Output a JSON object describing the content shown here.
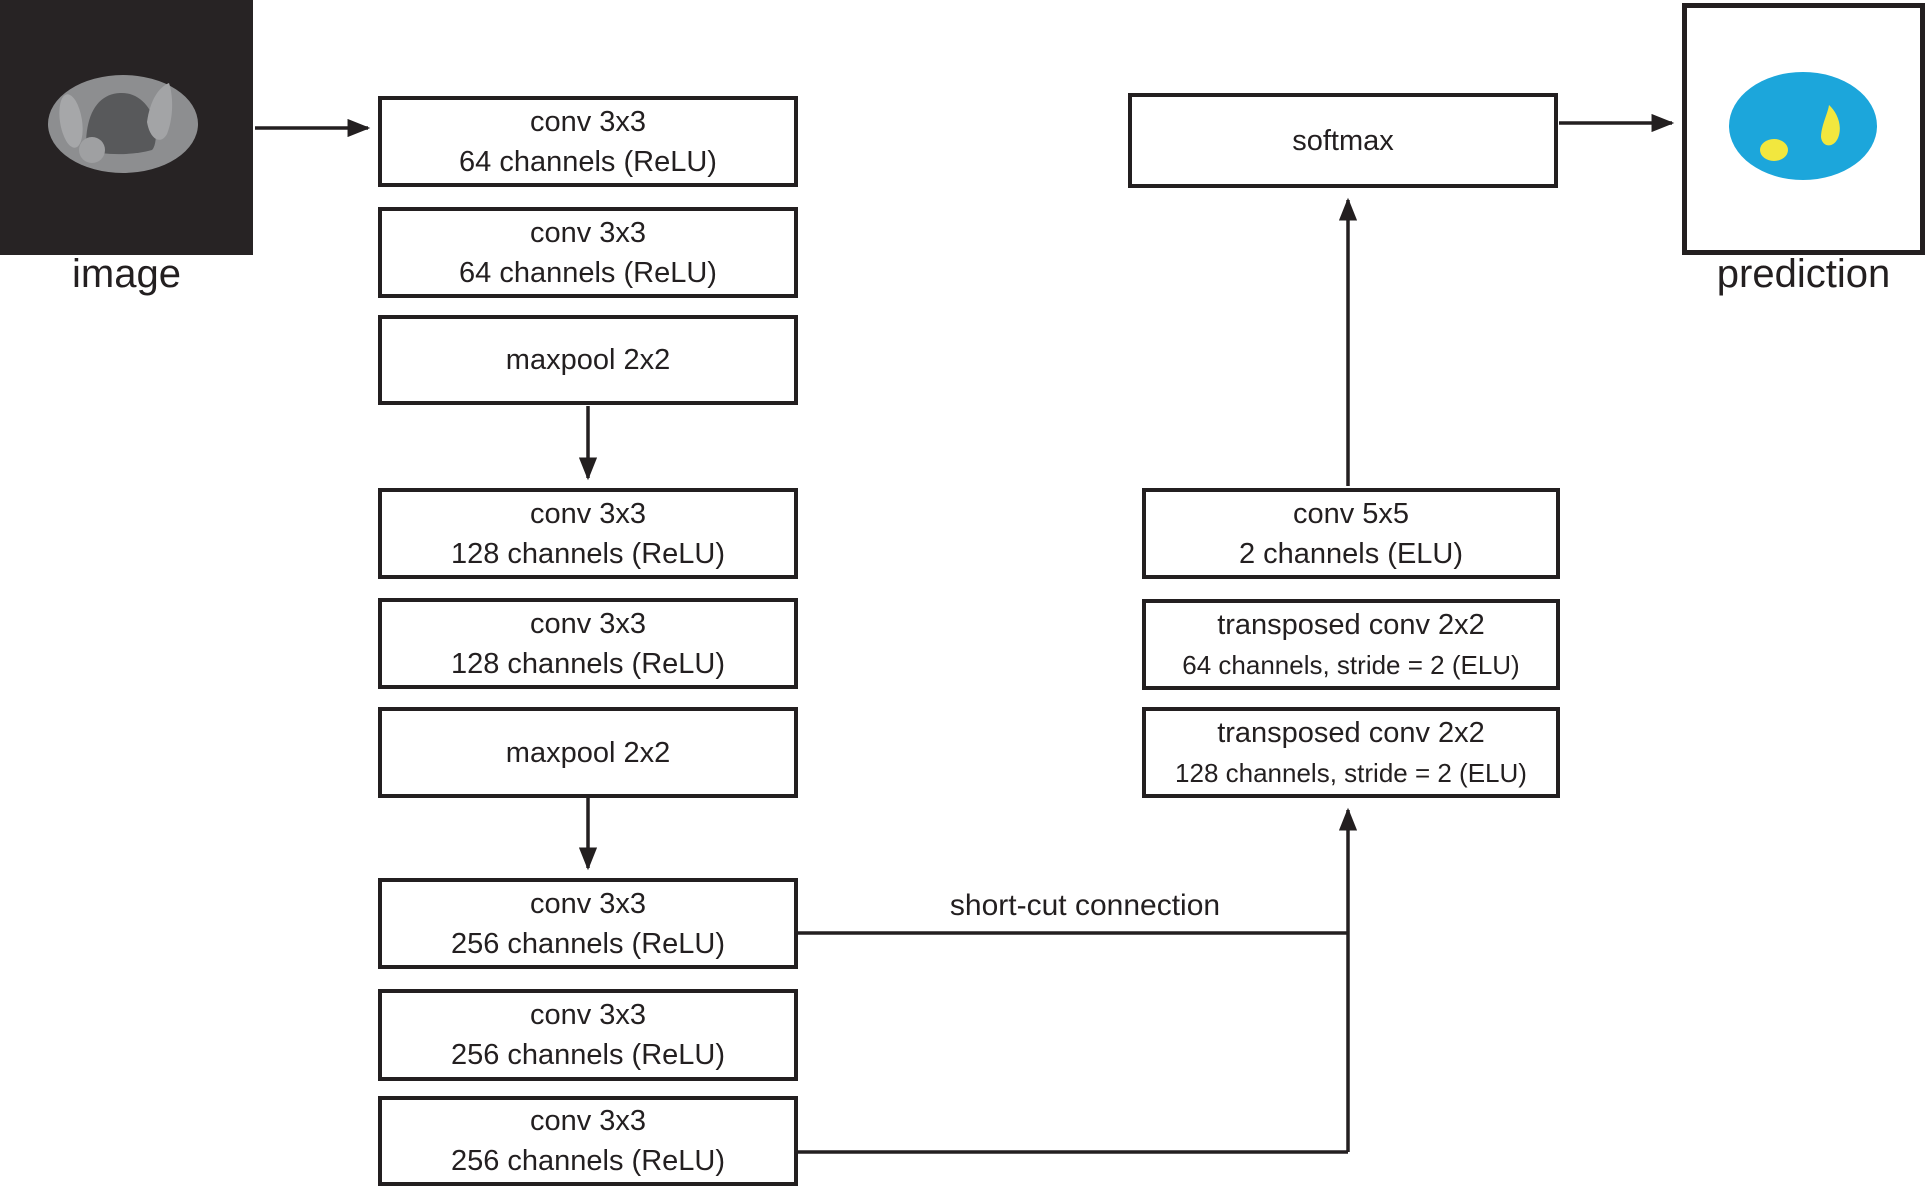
{
  "labels": {
    "input": "image",
    "output": "prediction",
    "shortcut": "short-cut connection"
  },
  "encoder_boxes": [
    {
      "line1": "conv 3x3",
      "line2": "64 channels (ReLU)"
    },
    {
      "line1": "conv 3x3",
      "line2": "64 channels (ReLU)"
    },
    {
      "line1": "maxpool 2x2"
    },
    {
      "line1": "conv 3x3",
      "line2": "128 channels (ReLU)"
    },
    {
      "line1": "conv 3x3",
      "line2": "128 channels (ReLU)"
    },
    {
      "line1": "maxpool 2x2"
    },
    {
      "line1": "conv 3x3",
      "line2": "256 channels (ReLU)"
    },
    {
      "line1": "conv 3x3",
      "line2": "256 channels (ReLU)"
    },
    {
      "line1": "conv 3x3",
      "line2": "256 channels (ReLU)"
    }
  ],
  "decoder_boxes": [
    {
      "line1": "softmax"
    },
    {
      "line1": "conv 5x5",
      "line2": "2 channels (ELU)"
    },
    {
      "line1": "transposed conv 2x2",
      "line2": "64 channels, stride = 2 (ELU)"
    },
    {
      "line1": "transposed conv 2x2",
      "line2": "128 channels, stride = 2 (ELU)"
    }
  ],
  "colors": {
    "ink": "#231f20",
    "scan_background": "#272324",
    "scan_body_gray": "#8d8e90",
    "scan_core_gray": "#58595b",
    "prediction_body_cyan": "#1ca6db",
    "prediction_lesion_yellow": "#f2e73e"
  }
}
